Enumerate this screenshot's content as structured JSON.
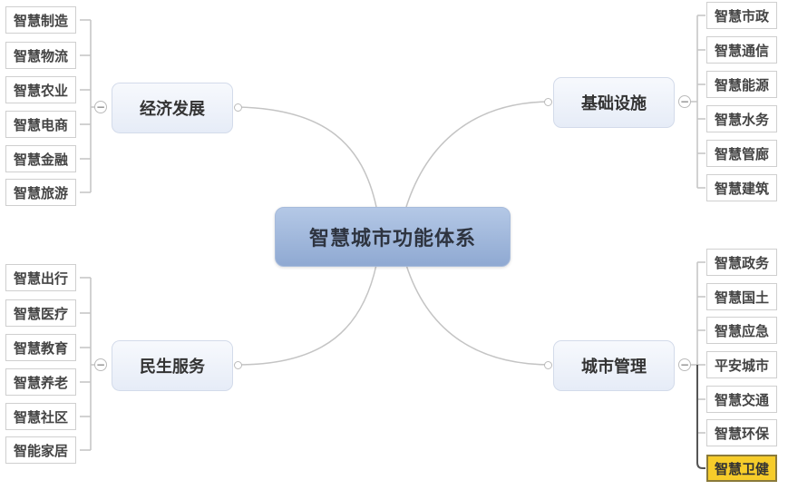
{
  "root": {
    "label": "智慧城市功能体系"
  },
  "branches": [
    {
      "label": "经济发展",
      "side": "left",
      "leaves": [
        "智慧制造",
        "智慧物流",
        "智慧农业",
        "智慧电商",
        "智慧金融",
        "智慧旅游"
      ]
    },
    {
      "label": "基础设施",
      "side": "right",
      "leaves": [
        "智慧市政",
        "智慧通信",
        "智慧能源",
        "智慧水务",
        "智慧管廊",
        "智慧建筑"
      ]
    },
    {
      "label": "民生服务",
      "side": "left",
      "leaves": [
        "智慧出行",
        "智慧医疗",
        "智慧教育",
        "智慧养老",
        "智慧社区",
        "智能家居"
      ]
    },
    {
      "label": "城市管理",
      "side": "right",
      "leaves": [
        "智慧政务",
        "智慧国土",
        "智慧应急",
        "平安城市",
        "智慧交通",
        "智慧环保",
        "智慧卫健"
      ],
      "selected_leaf_index": 6
    }
  ],
  "toggle_symbol": "−",
  "colors": {
    "selected_leaf": "#f6cc2a",
    "root_fill": "#9fb6dc",
    "branch_fill": "#eef2fa",
    "line": "#bdbdbd"
  }
}
